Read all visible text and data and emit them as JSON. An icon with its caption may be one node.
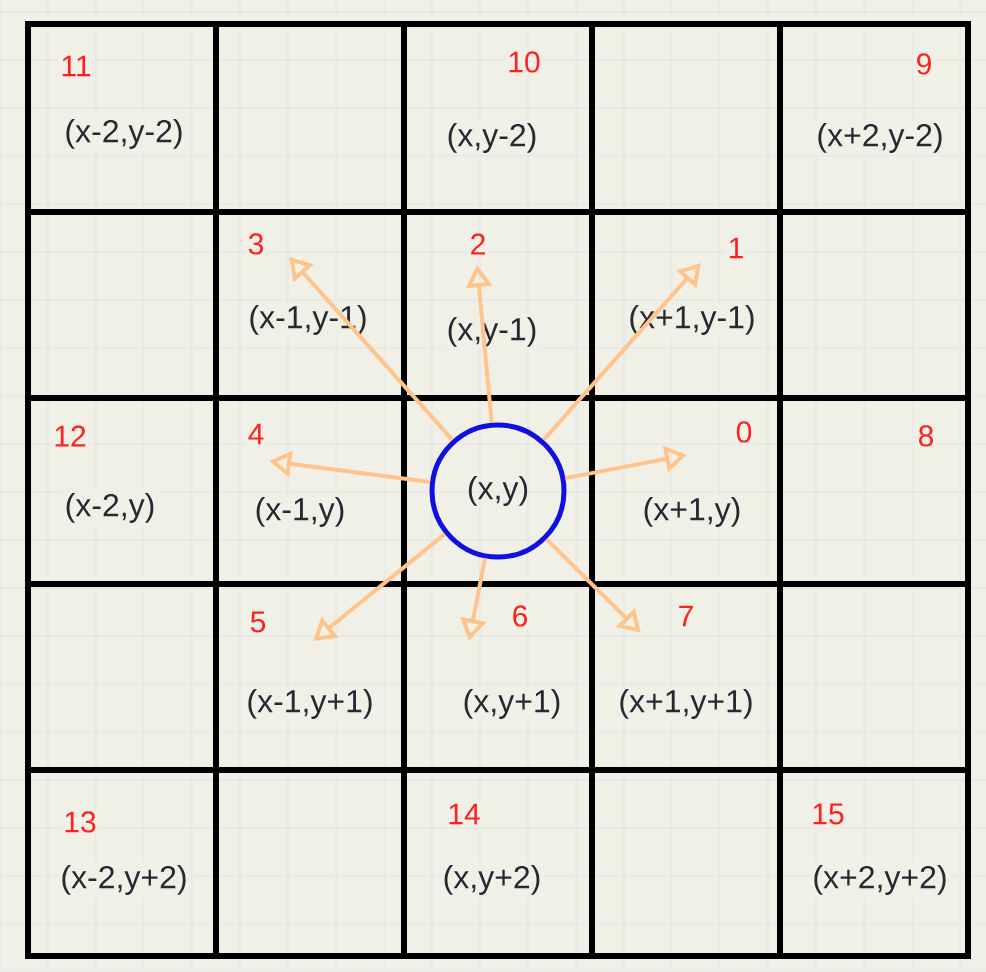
{
  "diagram": {
    "nodes": [
      {
        "text": [
          "11",
          "(x-2,y-2)"
        ]
      },
      {
        "text": [],
        "shape": "box"
      },
      {
        "text": [
          "10",
          "(x,y-2)"
        ]
      },
      {
        "text": [],
        "shape": "box"
      },
      {
        "text": [
          "9",
          "(x+2,y-2)"
        ]
      },
      {
        "text": [],
        "shape": "box"
      },
      {
        "text": [
          "3",
          "(x-1,y-1)"
        ]
      },
      {
        "text": [
          "2",
          "(x,y-1)"
        ]
      },
      {
        "text": [
          "1",
          "(x+1,y-1)"
        ]
      },
      {
        "text": [],
        "shape": "box"
      },
      {
        "text": [
          "12",
          "(x-2,y)"
        ]
      },
      {
        "text": [
          "4",
          "(x-1,y)"
        ]
      },
      {
        "text": [],
        "shape": "box"
      },
      {
        "text": [
          "(x,y)"
        ],
        "in": 12
      },
      {
        "text": [
          "0",
          "(x+1,y)"
        ]
      },
      {
        "text": [
          "8"
        ]
      },
      {
        "text": [],
        "shape": "box"
      },
      {
        "text": [
          "5",
          "(x-1,y+1)"
        ]
      },
      {
        "text": [
          "6",
          "(x,y+1)"
        ]
      },
      {
        "text": [
          "7",
          "(x+1,y+1)"
        ]
      },
      {
        "text": [],
        "shape": "box"
      },
      {
        "text": [
          "13",
          "(x-2,y+2)"
        ]
      },
      {
        "text": [],
        "shape": "box"
      },
      {
        "text": [
          "14",
          "(x,y+2)"
        ]
      },
      {
        "text": [],
        "shape": "box"
      },
      {
        "text": [
          "15",
          "(x+2,y+2)"
        ]
      }
    ],
    "edges": [
      {
        "from": 13,
        "to": 14,
        "arrow": "to"
      },
      {
        "from": 13,
        "to": 8,
        "arrow": "to"
      },
      {
        "from": 13,
        "to": 7,
        "arrow": "to"
      },
      {
        "from": 13,
        "to": 6,
        "arrow": "to"
      },
      {
        "from": 13,
        "to": 11,
        "arrow": "to"
      },
      {
        "from": 13,
        "to": 17,
        "arrow": "to"
      },
      {
        "from": 13,
        "to": 18,
        "arrow": "to"
      },
      {
        "from": 13,
        "to": 19,
        "arrow": "to"
      }
    ]
  }
}
